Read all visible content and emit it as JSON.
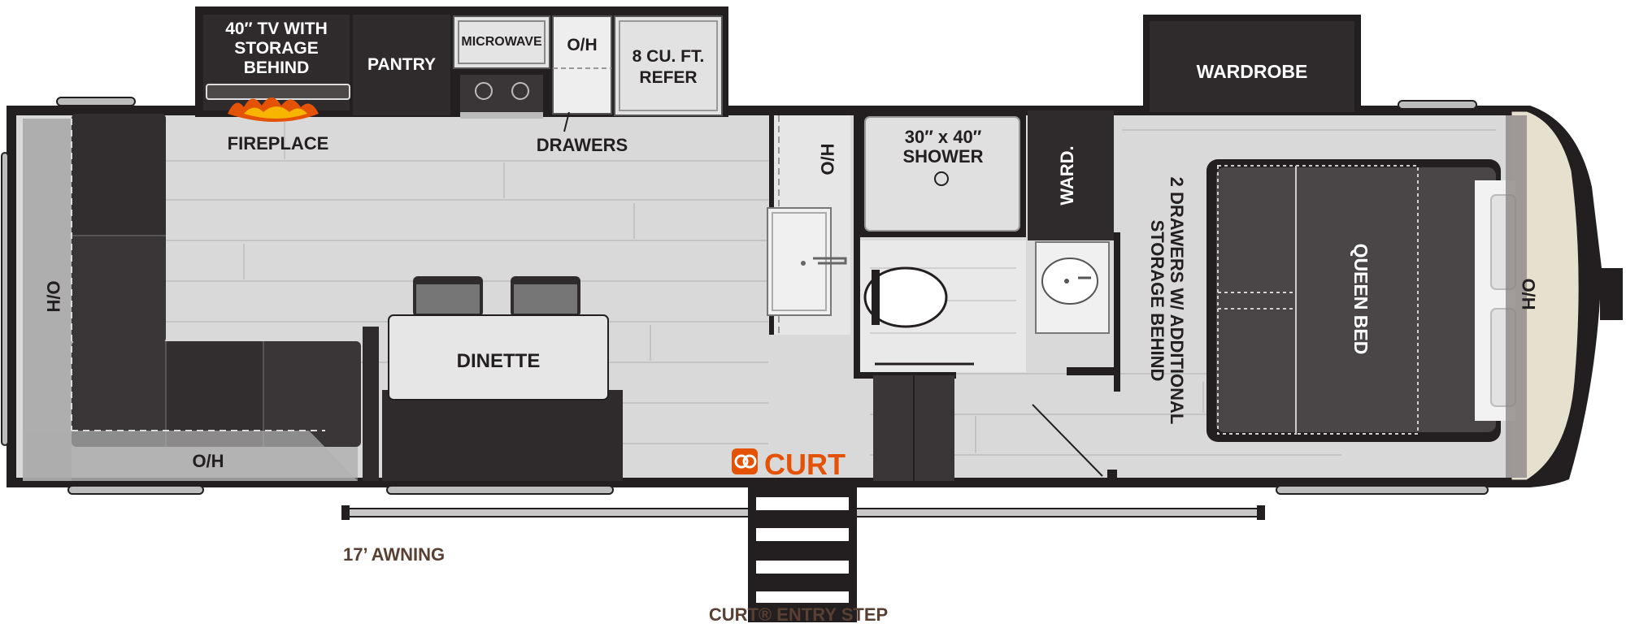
{
  "labels": {
    "tv": [
      "40″ TV WITH",
      "STORAGE",
      "BEHIND"
    ],
    "pantry": "PANTRY",
    "microwave": "MICROWAVE",
    "kitchen_oh": "O/H",
    "refer": [
      "8 CU. FT.",
      "REFER"
    ],
    "fireplace": "FIREPLACE",
    "drawers": "DRAWERS",
    "bath_ho": "H/O",
    "shower": [
      "30″ x 40″",
      "SHOWER"
    ],
    "ward_small": "WARD.",
    "wardrobe": "WARDROBE",
    "bed_storage": [
      "2 DRAWERS W/ ADDITIONAL",
      "STORAGE BEHIND"
    ],
    "queen_bed": "QUEEN BED",
    "front_ho": "H/O",
    "rear_oh": "O/H",
    "sofa_oh": "O/H",
    "dinette": "DINETTE",
    "brand_logo": "CURT",
    "awning": "17’ AWNING",
    "entry_step": "CURT® ENTRY STEP"
  },
  "colors": {
    "wall": "#231f20",
    "floor": "#d9d9d9",
    "plank_line": "#c4c4c4",
    "cabinet": "#2f2b2c",
    "sofa": "#3a3637",
    "bed": "#4a4647",
    "cap": "#e6e0cf",
    "logo": "#e35205",
    "label_brown": "#5a4033"
  },
  "icons": [
    "fireplace-flame-icon",
    "stove-burner-icon",
    "sink-icon",
    "toilet-icon",
    "shower-drain-icon",
    "curt-logo-icon",
    "entry-step-icon",
    "awning-rail-icon",
    "window-icon"
  ]
}
